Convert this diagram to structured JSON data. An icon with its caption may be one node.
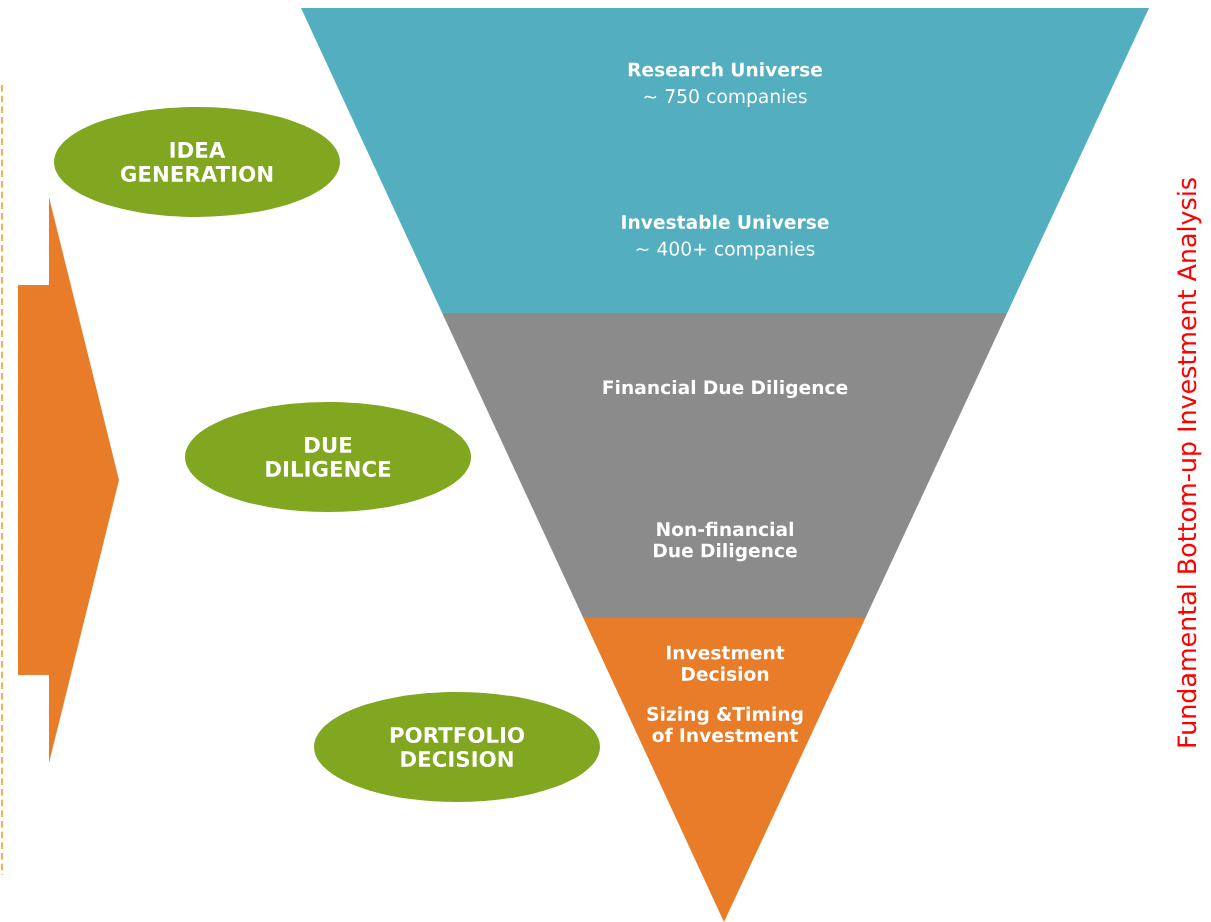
{
  "diagram": {
    "nodes": [
      {
        "text": [
          "IDEA GENERATION"
        ]
      },
      {
        "text": [
          "DUE DILIGENCE"
        ]
      },
      {
        "text": [
          "PORTFOLIO DECISION"
        ]
      },
      {
        "text": [
          "Research Universe",
          "~ 750 companies"
        ]
      },
      {
        "text": [
          "Investable Universe",
          "~ 400+ companies"
        ]
      },
      {
        "text": [
          "Financial Due Diligence"
        ]
      },
      {
        "text": [
          "Non-financial Due Diligence"
        ]
      },
      {
        "text": [
          "Investment Decision",
          "Sizing &Timing of Investment"
        ]
      },
      {
        "text": [],
        "shape": "triangle"
      }
    ],
    "labels": [
      "Fundamental Bottom-up Investment Analysis"
    ]
  }
}
